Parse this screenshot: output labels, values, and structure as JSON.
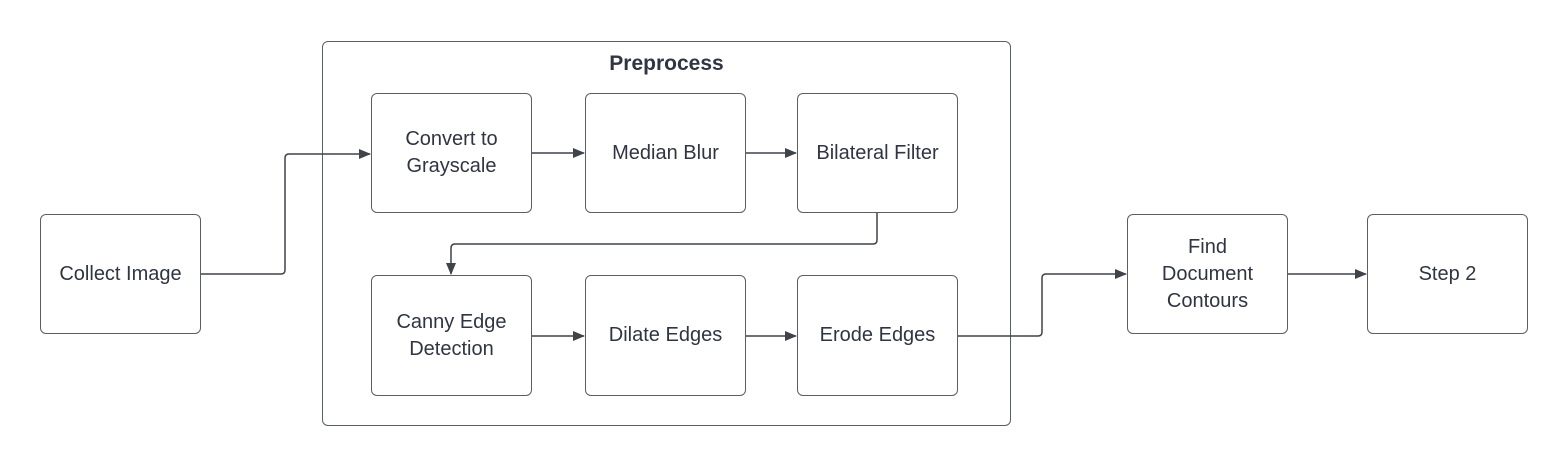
{
  "diagram": {
    "groups": [
      {
        "id": "preprocess",
        "title": "Preprocess"
      }
    ],
    "nodes": [
      {
        "id": "collect",
        "label": "Collect Image"
      },
      {
        "id": "gray",
        "label": "Convert to\nGrayscale"
      },
      {
        "id": "median",
        "label": "Median Blur"
      },
      {
        "id": "bilateral",
        "label": "Bilateral Filter"
      },
      {
        "id": "canny",
        "label": "Canny Edge\nDetection"
      },
      {
        "id": "dilate",
        "label": "Dilate Edges"
      },
      {
        "id": "erode",
        "label": "Erode Edges"
      },
      {
        "id": "find",
        "label": "Find\nDocument\nContours"
      },
      {
        "id": "step2",
        "label": "Step 2"
      }
    ],
    "edges": [
      {
        "from": "collect",
        "to": "gray"
      },
      {
        "from": "gray",
        "to": "median"
      },
      {
        "from": "median",
        "to": "bilateral"
      },
      {
        "from": "bilateral",
        "to": "canny"
      },
      {
        "from": "canny",
        "to": "dilate"
      },
      {
        "from": "dilate",
        "to": "erode"
      },
      {
        "from": "erode",
        "to": "find"
      },
      {
        "from": "find",
        "to": "step2"
      }
    ],
    "colors": {
      "stroke": "#5a5f66",
      "text": "#2f3542",
      "background": "#ffffff"
    }
  }
}
